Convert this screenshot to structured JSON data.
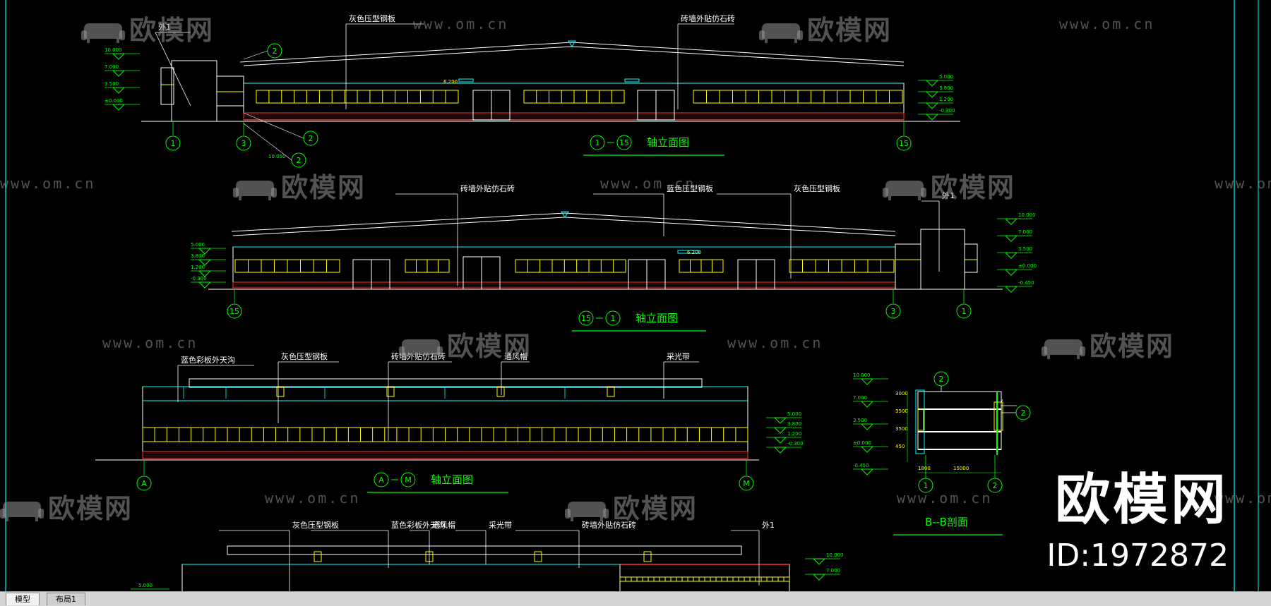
{
  "drawings": {
    "elev1": {
      "title": "轴立面图",
      "from": "1",
      "to": "15",
      "ann": [
        "灰色压型钢板",
        "砖墙外贴仿石砖",
        "外1"
      ],
      "axes": [
        "1",
        "3",
        "15"
      ],
      "bubbles": [
        "2",
        "2",
        "2"
      ]
    },
    "elev2": {
      "title": "轴立面图",
      "from": "15",
      "to": "1",
      "ann": [
        "砖墙外贴仿石砖",
        "蓝色压型钢板",
        "灰色压型钢板",
        "外1"
      ],
      "axes": [
        "15",
        "3",
        "1"
      ]
    },
    "elev3": {
      "title": "轴立面图",
      "from": "A",
      "to": "M",
      "ann": [
        "蓝色彩板外天沟",
        "灰色压型钢板",
        "砖墙外贴仿石砖",
        "通风帽",
        "采光带"
      ],
      "axes": [
        "A",
        "M"
      ]
    },
    "elev4": {
      "ann": [
        "灰色压型钢板",
        "蓝色彩板外天沟",
        "通风帽",
        "采光带",
        "砖墙外贴仿石砖",
        "外1"
      ]
    },
    "section": {
      "title": "B--B剖面",
      "axes": [
        "1",
        "2"
      ],
      "bubbles": [
        "2",
        "2"
      ]
    }
  },
  "levels": {
    "e1_left": [
      "10.000",
      "7.000",
      "3.500",
      "±0.000"
    ],
    "e1_right": [
      "5.000",
      "3.800",
      "1.200",
      "-0.300"
    ],
    "e1_mid": "6.200",
    "e1_bottom": "10.050",
    "e2_left": [
      "5.000",
      "3.800",
      "1.200",
      "-0.300"
    ],
    "e2_right": [
      "10.000",
      "7.000",
      "3.500",
      "±0.000",
      "-0.450"
    ],
    "e2_mid": "6.200",
    "e3_right": [
      "5.000",
      "3.800",
      "1.200",
      "-0.300"
    ],
    "e4_right": [
      "10.000",
      "7.000"
    ],
    "e4_left": "5.000",
    "sec_left": [
      "10.000",
      "7.000",
      "3.500",
      "±0.000",
      "-0.450"
    ],
    "sec_dims": [
      "3000",
      "3500",
      "3500",
      "450"
    ],
    "sec_bottom": [
      "1800",
      "15000"
    ]
  },
  "watermark": {
    "logo": "欧模网",
    "url": "www.om.cn"
  },
  "brand": {
    "logo": "欧模网",
    "id": "ID:1972872"
  },
  "tabs": {
    "model": "模型",
    "layout": "布局1"
  },
  "colors": {
    "bg": "#000000",
    "green": "#00ff00",
    "yellow": "#ffff00",
    "cyan": "#00ffff",
    "red": "#ff3030",
    "white": "#ffffff"
  }
}
